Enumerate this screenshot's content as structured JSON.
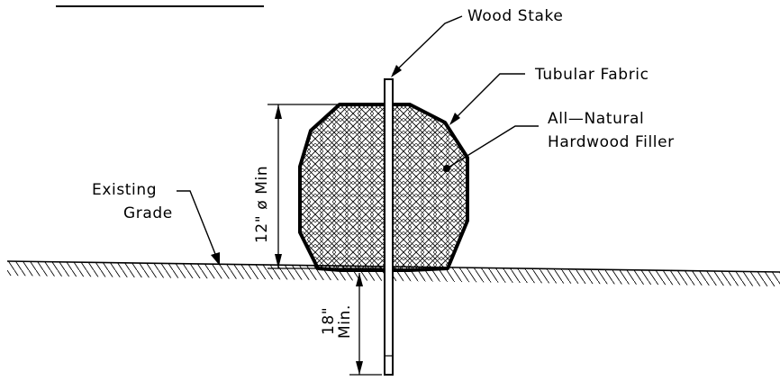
{
  "diagram": {
    "labels": {
      "wood_stake": "Wood Stake",
      "tubular_fabric": "Tubular Fabric",
      "filler_line1": "All—Natural",
      "filler_line2": "Hardwood Filler",
      "existing_line1": "Existing",
      "existing_line2": "Grade",
      "dimension_diameter": "12\" ø Min",
      "dimension_depth_line1": "18\"",
      "dimension_depth_line2": "Min."
    },
    "colors": {
      "line": "#000000",
      "background": "#ffffff"
    }
  }
}
